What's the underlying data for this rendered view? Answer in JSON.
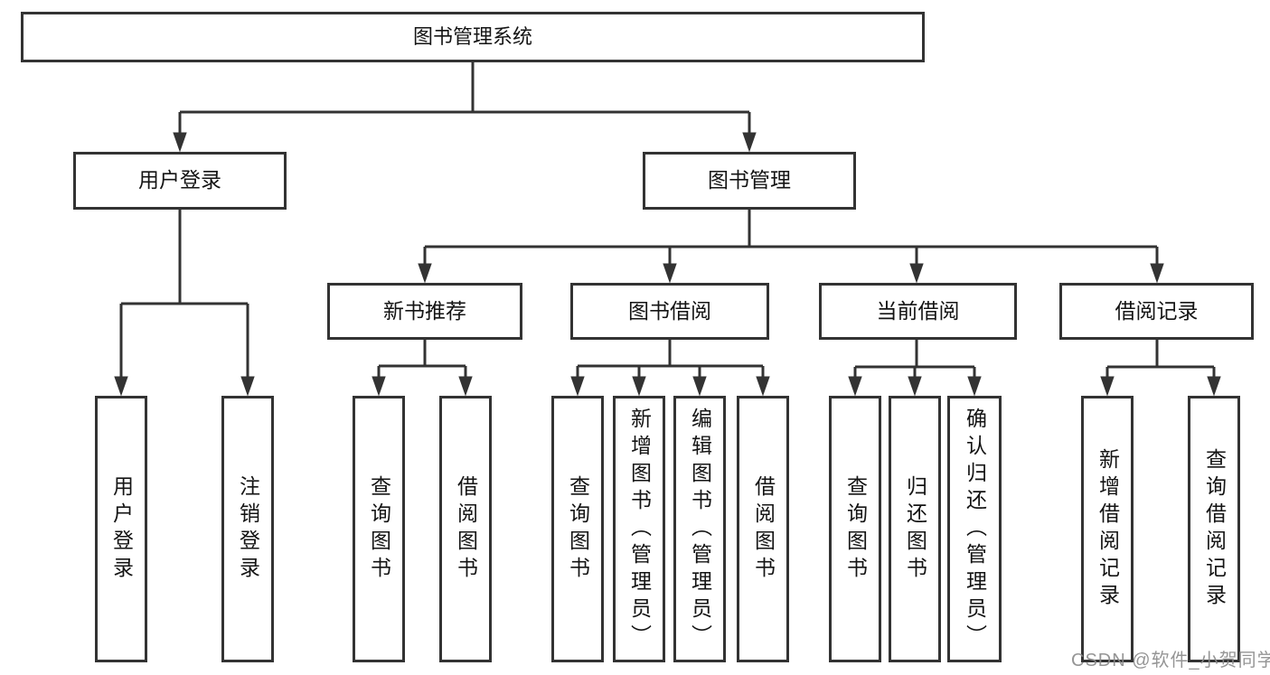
{
  "diagram": {
    "title": "图书管理系统",
    "type": "hierarchy-tree",
    "line_color": "#333333",
    "box_background": "#ffffff",
    "text_color": "#141414"
  },
  "nodes": {
    "root": "图书管理系统",
    "userLogin": "用户登录",
    "bookMgmt": "图书管理",
    "newBooks": "新书推荐",
    "bookBorrow": "图书借阅",
    "currentBorrow": "当前借阅",
    "borrowRecords": "借阅记录",
    "userLoginChildren": [
      "用户登录",
      "注销登录"
    ],
    "newBooksChildren": [
      "查询图书",
      "借阅图书"
    ],
    "bookBorrowChildren": [
      "查询图书",
      "新增图书（管理员）",
      "编辑图书（管理员）",
      "借阅图书"
    ],
    "currentBorrowChildren": [
      "查询图书",
      "归还图书",
      "确认归还（管理员）"
    ],
    "borrowRecordsChildren": [
      "新增借阅记录",
      "查询借阅记录"
    ]
  },
  "watermark": {
    "text": "CSDN @软件_小贺同学",
    "color": "#8a8a8a"
  }
}
